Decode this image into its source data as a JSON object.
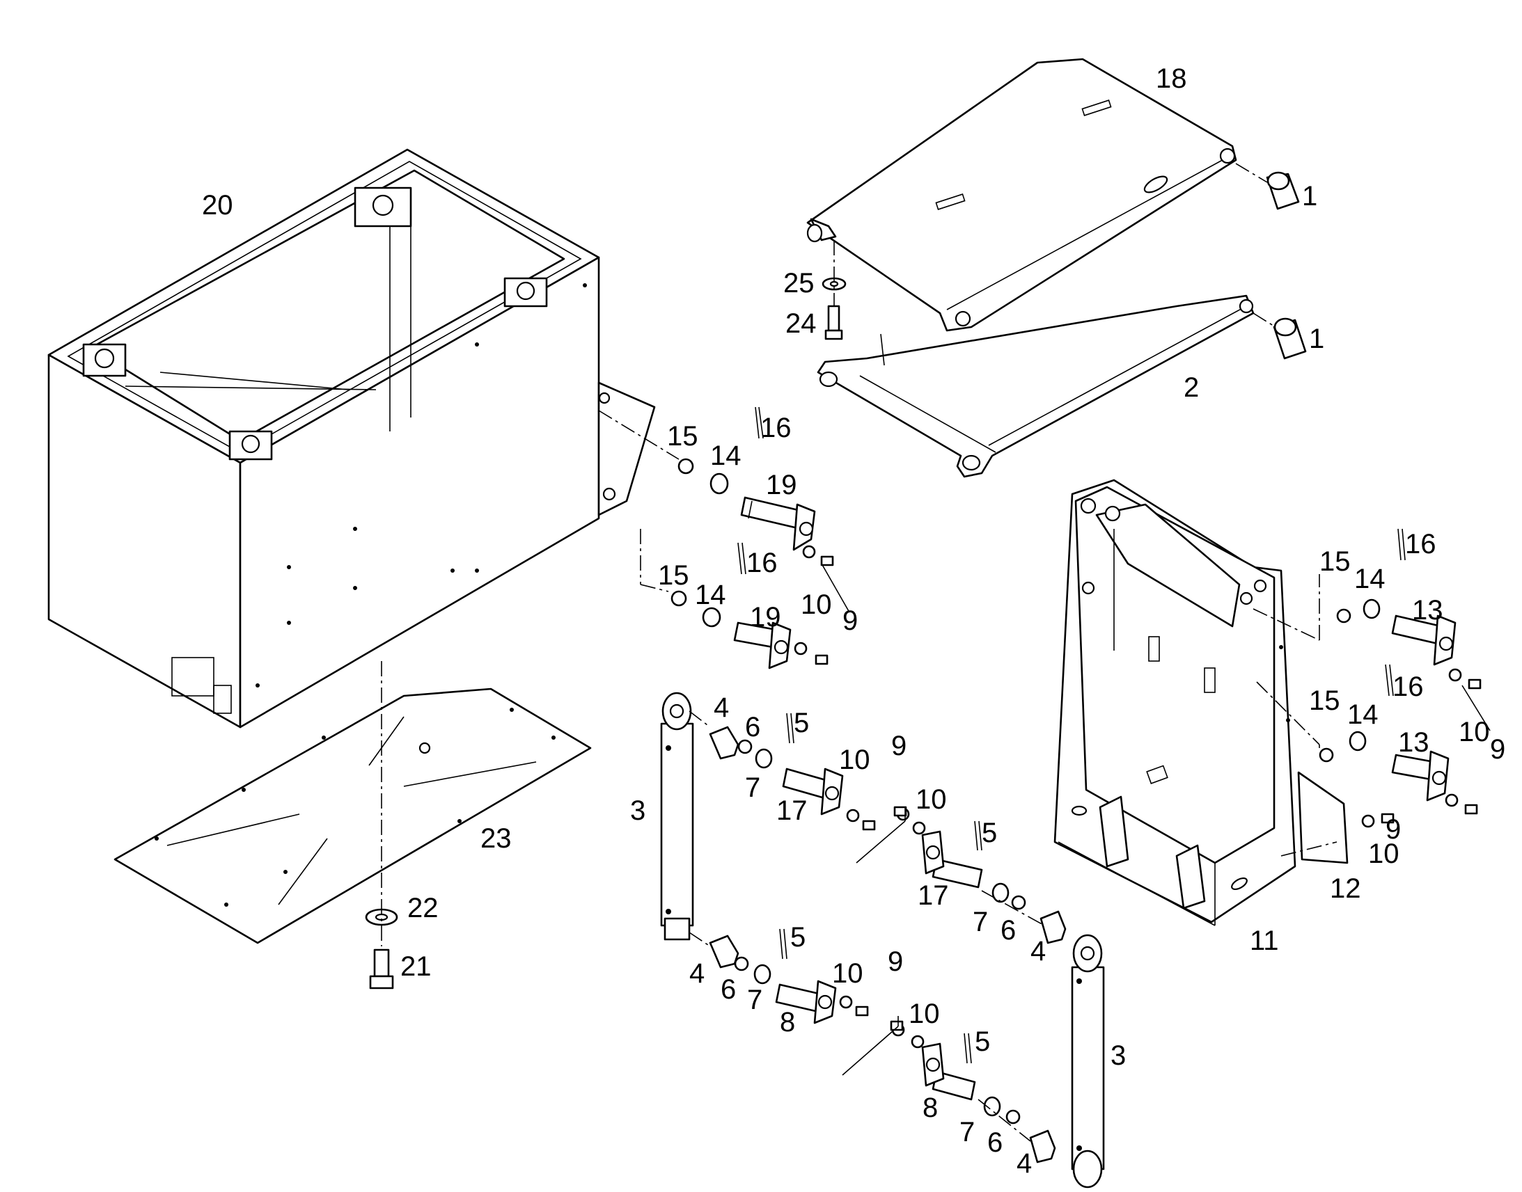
{
  "diagram": {
    "callouts": [
      "20",
      "18",
      "1",
      "1",
      "25",
      "24",
      "2",
      "16",
      "15",
      "14",
      "19",
      "16",
      "15",
      "14",
      "19",
      "10",
      "9",
      "16",
      "15",
      "14",
      "13",
      "15",
      "14",
      "16",
      "13",
      "10",
      "9",
      "3",
      "4",
      "6",
      "5",
      "7",
      "10",
      "9",
      "17",
      "10",
      "5",
      "17",
      "7",
      "6",
      "4",
      "9",
      "10",
      "12",
      "11",
      "23",
      "22",
      "21",
      "5",
      "4",
      "6",
      "7",
      "10",
      "9",
      "8",
      "10",
      "5",
      "8",
      "7",
      "6",
      "4",
      "3"
    ],
    "icons": [
      "exploded-parts-drawing"
    ]
  }
}
